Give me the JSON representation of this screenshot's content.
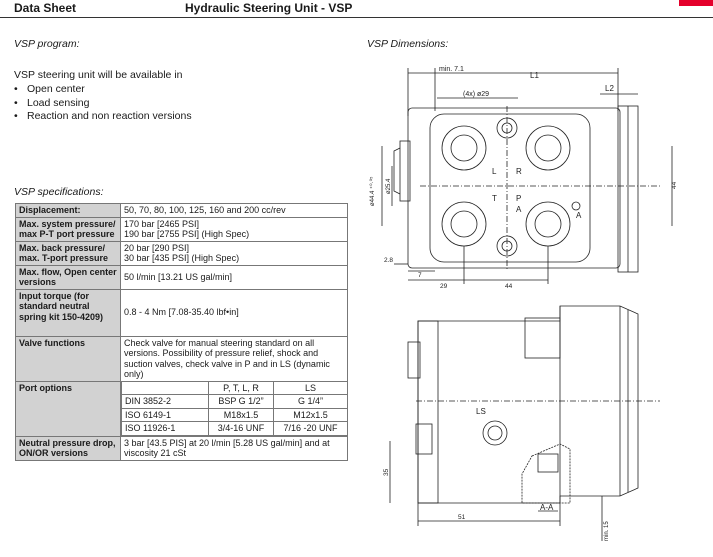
{
  "header": {
    "left_title": "Data Sheet",
    "center_title": "Hydraulic Steering Unit - VSP"
  },
  "program": {
    "heading": "VSP program:",
    "intro": "VSP steering unit will be available in",
    "items": [
      "Open center",
      "Load sensing",
      "Reaction and non reaction versions"
    ]
  },
  "specs": {
    "heading": "VSP specifications:",
    "rows": [
      {
        "label": "Displacement:",
        "value": "50, 70, 80, 100, 125, 160 and 200 cc/rev"
      },
      {
        "label": "Max. system pressure/ max P-T port pressure",
        "value_lines": [
          "170 bar [2465 PSI]",
          "190 bar [2755 PSI] (High Spec)"
        ]
      },
      {
        "label": "Max. back pressure/ max. T-port pressure",
        "value_lines": [
          "20 bar [290 PSI]",
          "30 bar [435 PSI] (High Spec)"
        ]
      },
      {
        "label": "Max. flow, Open center versions",
        "value": "50 l/min [13.21 US gal/min]"
      },
      {
        "label": "Input torque (for standard neutral spring kit 150-4209)",
        "value": "0.8 - 4 Nm [7.08-35.40 lbf•in]"
      },
      {
        "label": "Valve functions",
        "value": "Check valve for manual steering standard on all versions. Possibility of pressure relief, shock and suction valves, check valve in P and in LS (dynamic only)"
      },
      {
        "label": "Port options",
        "ports": {
          "header": [
            "",
            "P, T, L, R",
            "LS"
          ],
          "rows": [
            [
              "DIN 3852-2",
              "BSP G 1/2”",
              "G 1/4”"
            ],
            [
              "ISO 6149-1",
              "M18x1.5",
              "M12x1.5"
            ],
            [
              "ISO 11926-1",
              "3/4-16 UNF",
              "7/16 -20 UNF"
            ]
          ]
        }
      },
      {
        "label": "Neutral pressure drop, ON/OR versions",
        "value": "3 bar [43.5 PIS] at 20 l/min [5.28 US gal/min] and at viscosity 21 cSt"
      }
    ]
  },
  "dimensions": {
    "heading": "VSP Dimensions:",
    "top_view": {
      "min_7_1": "min. 7.1",
      "L1": "L1",
      "L2": "L2",
      "holes": "(4x) ø29",
      "port_L": "L",
      "port_R": "R",
      "port_T": "T",
      "port_P": "P",
      "port_A": "A",
      "port_A2": "A",
      "dim_44": "44",
      "dim_d44": "ø44.4 ⁺⁰·⁰⁵",
      "dim_d25": "ø25.4",
      "dim_28": "2.8",
      "dim_7": "7",
      "dim_29": "29",
      "dim_44b": "44"
    },
    "side_view": {
      "port_LS": "LS",
      "dim_35": "35",
      "dim_51": "51",
      "section": "A-A",
      "min_15": "min. 15"
    }
  }
}
